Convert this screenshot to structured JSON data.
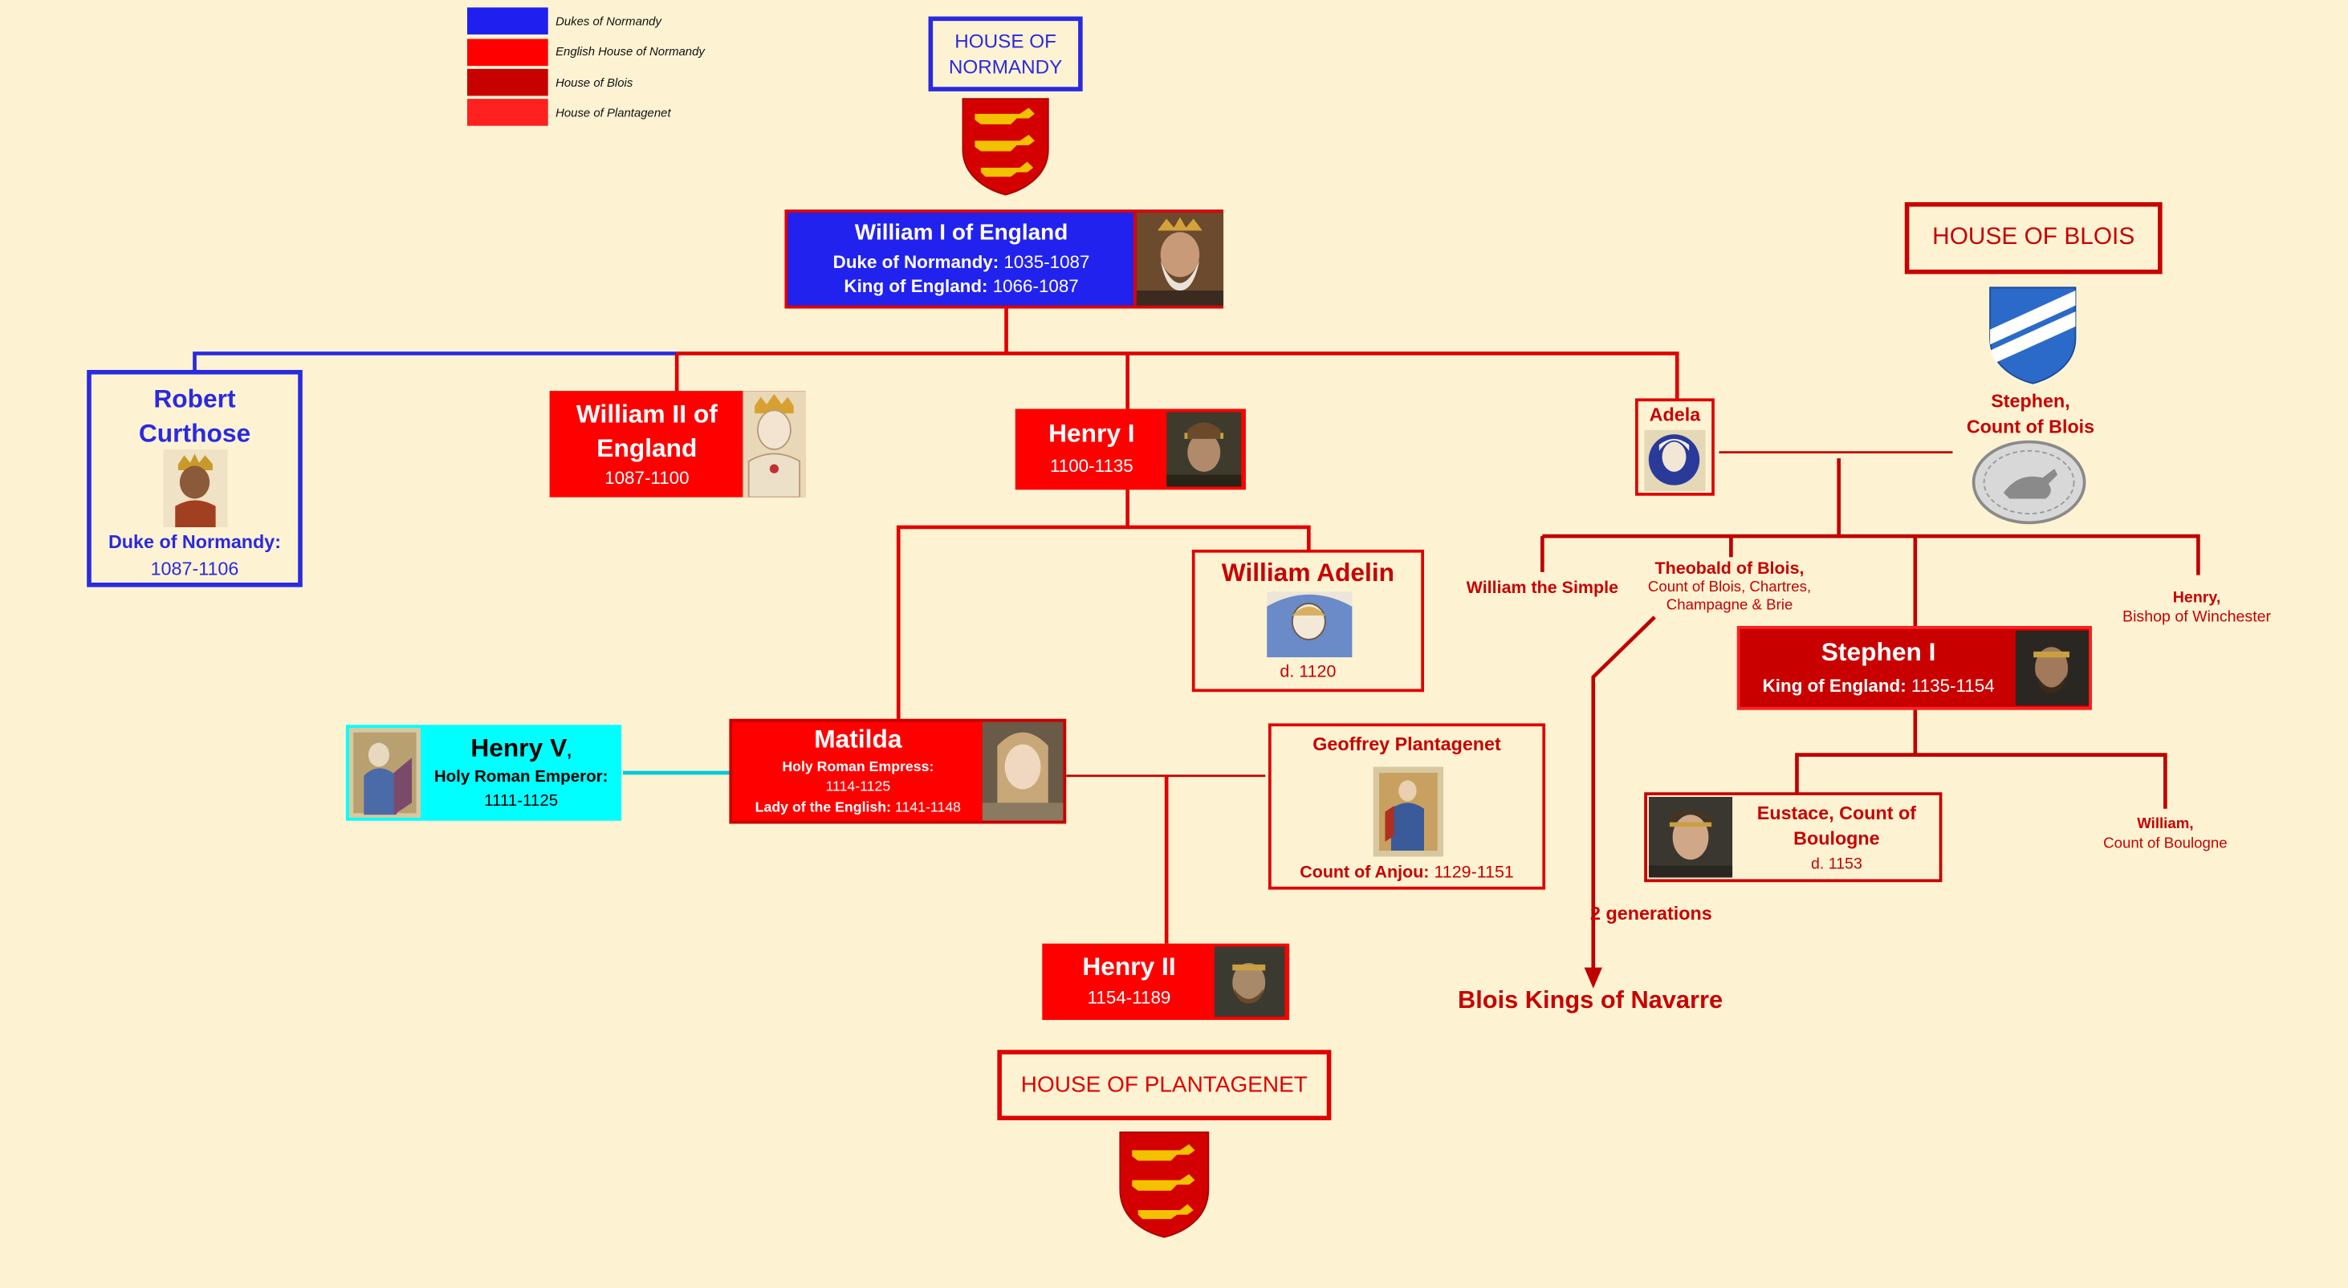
{
  "legend": [
    {
      "label": "Dukes of Normandy",
      "color": "#1f1ff0"
    },
    {
      "label": "English House of Normandy",
      "color": "#ff0000"
    },
    {
      "label": "House of Blois",
      "color": "#c80000"
    },
    {
      "label": "House of Plantagenet",
      "color": "#ff2020"
    }
  ],
  "houses": {
    "normandy": {
      "line1": "HOUSE OF",
      "line2": "NORMANDY"
    },
    "blois": "HOUSE OF BLOIS",
    "plantagenet": "HOUSE OF PLANTAGENET"
  },
  "william1": {
    "name": "William I of England",
    "duke_label": "Duke of Normandy:",
    "duke_years": "1035-1087",
    "king_label": "King of England:",
    "king_years": "1066-1087"
  },
  "robert": {
    "name1": "Robert",
    "name2": "Curthose",
    "title": "Duke of Normandy:",
    "years": "1087-1106"
  },
  "william2": {
    "name1": "William II of",
    "name2": "England",
    "years": "1087-1100"
  },
  "henry1": {
    "name": "Henry I",
    "years": "1100-1135"
  },
  "adela": {
    "name": "Adela"
  },
  "stephen_blois": {
    "line1": "Stephen,",
    "line2": "Count of Blois"
  },
  "william_simple": "William the Simple",
  "theobald": {
    "name": "Theobald of Blois,",
    "line2": "Count of Blois, Chartres,",
    "line3": "Champagne & Brie"
  },
  "henry_winchester": {
    "line1": "Henry,",
    "line2": "Bishop of Winchester"
  },
  "william_adelin": {
    "name": "William Adelin",
    "death": "d. 1120"
  },
  "stephen1": {
    "name": "Stephen I",
    "label": "King of England:",
    "years": "1135-1154"
  },
  "henry5": {
    "name": "Henry V",
    "suffix": ",",
    "label": "Holy Roman Emperor:",
    "years": "1111-1125"
  },
  "matilda": {
    "name": "Matilda",
    "label1": "Holy Roman Empress:",
    "years1": "1114-1125",
    "label2": "Lady of the English:",
    "years2": "1141-1148"
  },
  "geoffrey": {
    "name": "Geoffrey Plantagenet",
    "label": "Count of Anjou:",
    "years": "1129-1151"
  },
  "eustace": {
    "name1": "Eustace, Count of",
    "name2": "Boulogne",
    "death": "d. 1153"
  },
  "william_boulogne": {
    "line1": "William,",
    "line2": "Count of Boulogne"
  },
  "generations": "2 generations",
  "navarre": "Blois Kings of Navarre",
  "henry2": {
    "name": "Henry II",
    "years": "1154-1189"
  }
}
